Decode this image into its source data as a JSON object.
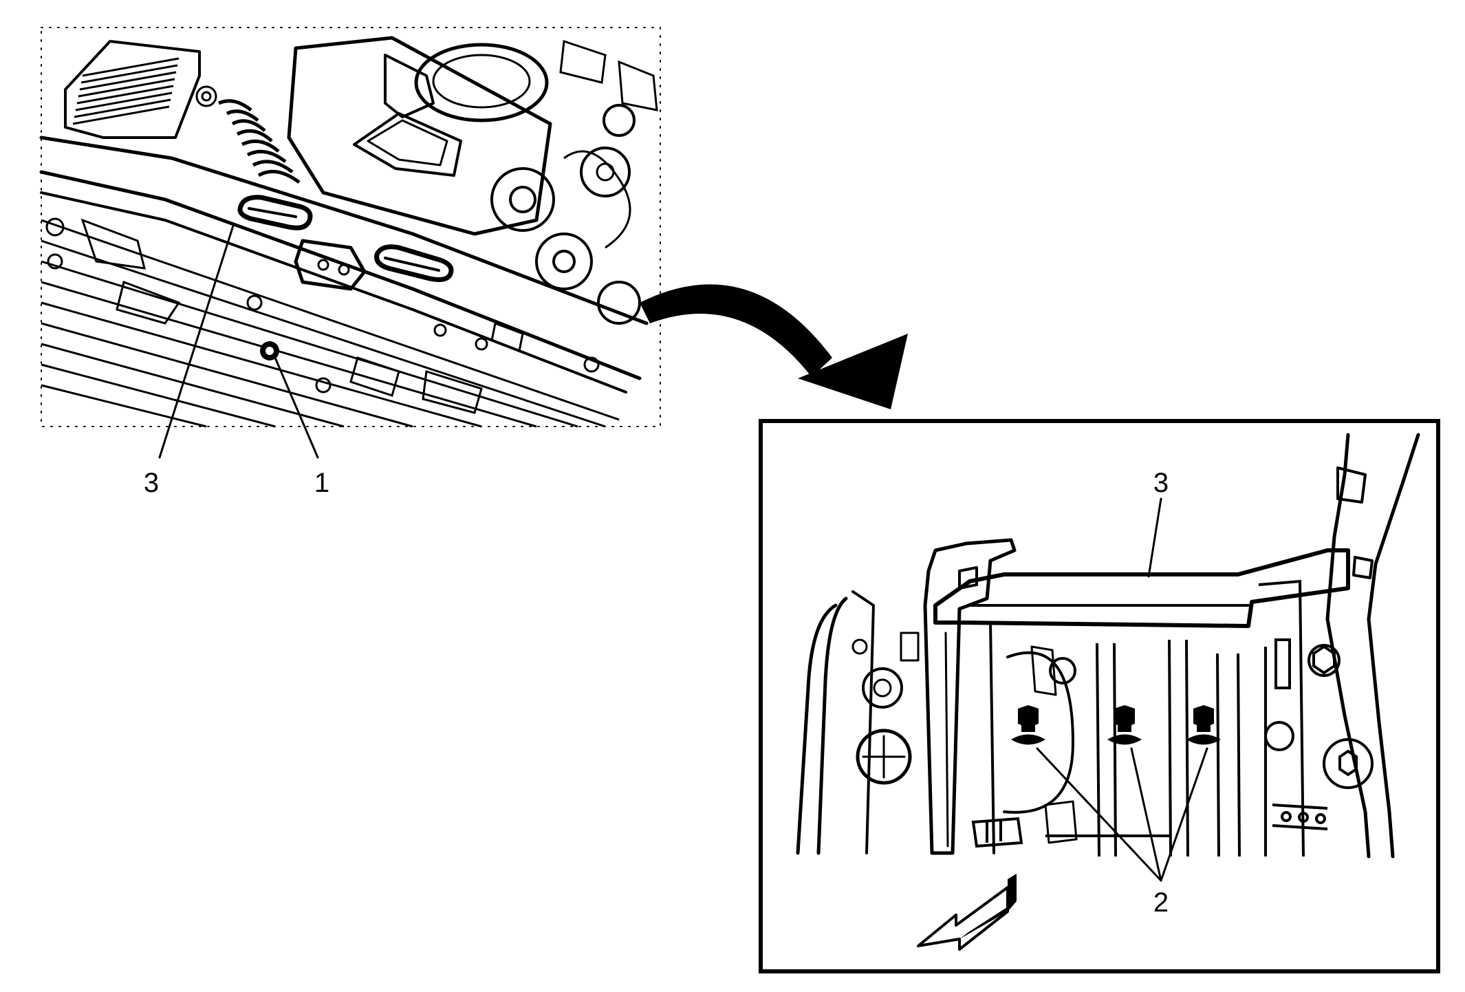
{
  "callouts": {
    "overview": {
      "item3": "3",
      "item1": "1"
    },
    "detail": {
      "item3": "3",
      "item2": "2"
    }
  },
  "colors": {
    "ink": "#000000",
    "paper": "#ffffff"
  }
}
